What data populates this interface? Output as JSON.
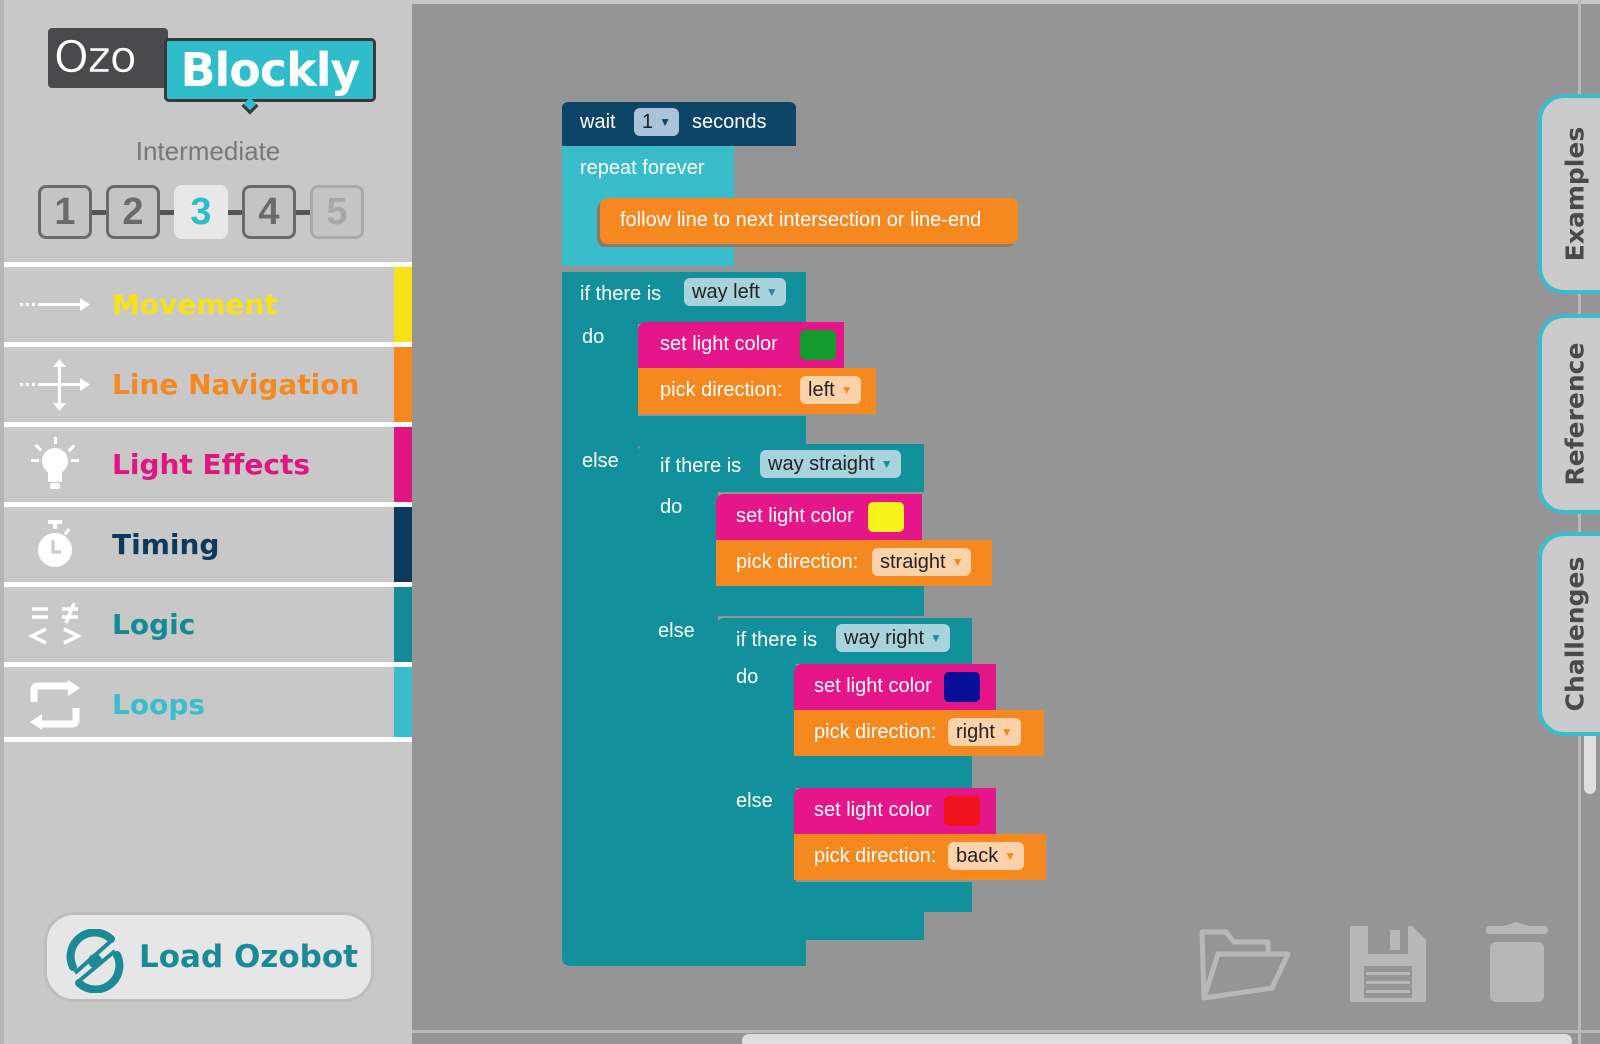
{
  "logo": {
    "part1": "Ozo",
    "part2": "Blockly"
  },
  "level": {
    "label": "Intermediate",
    "options": [
      "1",
      "2",
      "3",
      "4",
      "5"
    ],
    "selected": "3"
  },
  "categories": [
    {
      "label": "Movement",
      "color": "#f7e21a",
      "icon": "arrow-right-icon"
    },
    {
      "label": "Line Navigation",
      "color": "#f5891f",
      "icon": "crossroads-icon"
    },
    {
      "label": "Light Effects",
      "color": "#e0157f",
      "icon": "lightbulb-icon"
    },
    {
      "label": "Timing",
      "color": "#0d3a5c",
      "icon": "stopwatch-icon"
    },
    {
      "label": "Logic",
      "color": "#138a95",
      "icon": "logic-icon"
    },
    {
      "label": "Loops",
      "color": "#39bdcc",
      "icon": "loop-icon"
    }
  ],
  "load_button": {
    "label": "Load Ozobot"
  },
  "right_tabs": [
    "Examples",
    "Reference",
    "Challenges"
  ],
  "blocks": {
    "wait": {
      "prefix": "wait",
      "value": "1",
      "suffix": "seconds"
    },
    "repeat": {
      "label": "repeat forever"
    },
    "follow": {
      "label": "follow line to next intersection or line-end"
    },
    "if1": {
      "if_label": "if there is",
      "condition": "way left",
      "do_label": "do",
      "else_label": "else"
    },
    "if1_do": {
      "light_label": "set light color",
      "light_color": "#159a2d",
      "dir_label": "pick direction:",
      "dir_value": "left"
    },
    "if2": {
      "if_label": "if there is",
      "condition": "way straight",
      "do_label": "do",
      "else_label": "else"
    },
    "if2_do": {
      "light_label": "set light color",
      "light_color": "#f7f21a",
      "dir_label": "pick direction:",
      "dir_value": "straight"
    },
    "if3": {
      "if_label": "if there is",
      "condition": "way right",
      "do_label": "do",
      "else_label": "else"
    },
    "if3_do": {
      "light_label": "set light color",
      "light_color": "#0a0f9a",
      "dir_label": "pick direction:",
      "dir_value": "right"
    },
    "if3_else": {
      "light_label": "set light color",
      "light_color": "#f0131b",
      "dir_label": "pick direction:",
      "dir_value": "back"
    }
  },
  "toolbar": {
    "open": "folder-open-icon",
    "save": "save-icon",
    "trash": "trash-icon"
  }
}
